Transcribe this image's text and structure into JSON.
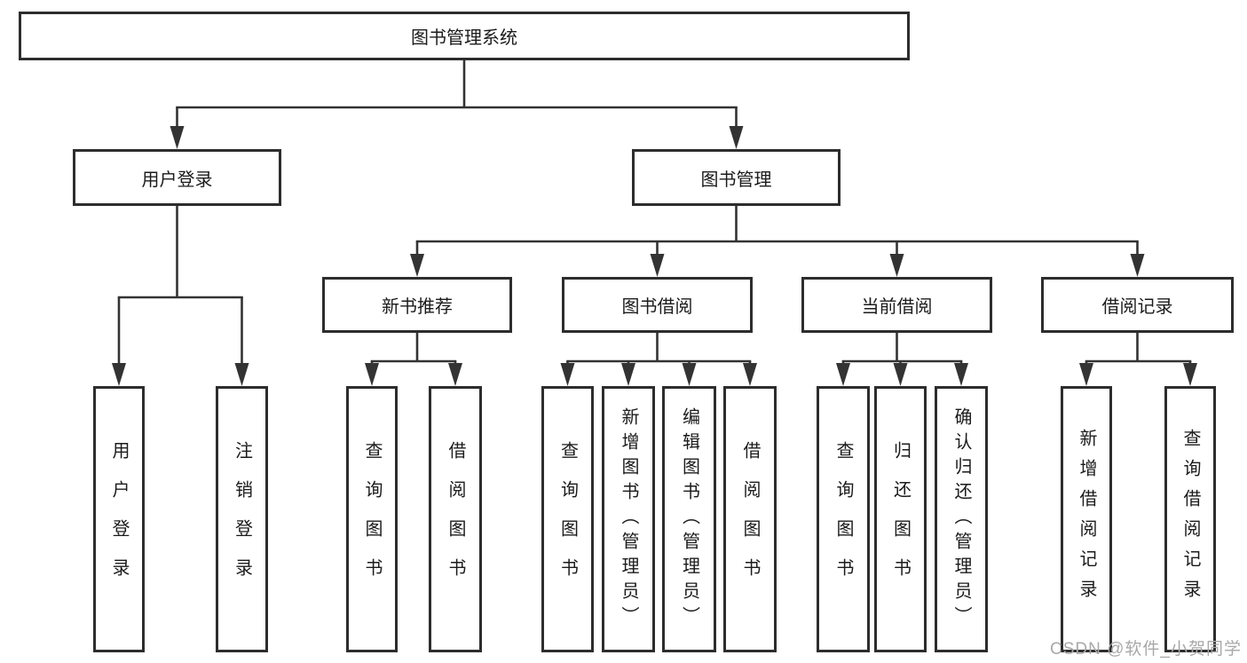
{
  "diagram": {
    "root": {
      "id": "root",
      "label": "图书管理系统",
      "children": [
        {
          "id": "user-login",
          "label": "用户登录",
          "children": [
            {
              "id": "user-login-action",
              "label": "用户登录"
            },
            {
              "id": "logout",
              "label": "注销登录"
            }
          ]
        },
        {
          "id": "book-mgmt",
          "label": "图书管理",
          "children": [
            {
              "id": "new-book-rec",
              "label": "新书推荐",
              "children": [
                {
                  "id": "nbr-query",
                  "label": "查询图书"
                },
                {
                  "id": "nbr-borrow",
                  "label": "借阅图书"
                }
              ]
            },
            {
              "id": "book-borrow",
              "label": "图书借阅",
              "children": [
                {
                  "id": "bb-query",
                  "label": "查询图书"
                },
                {
                  "id": "bb-add",
                  "label": "新增图书（管理员）"
                },
                {
                  "id": "bb-edit",
                  "label": "编辑图书（管理员）"
                },
                {
                  "id": "bb-borrow",
                  "label": "借阅图书"
                }
              ]
            },
            {
              "id": "current-borrow",
              "label": "当前借阅",
              "children": [
                {
                  "id": "cb-query",
                  "label": "查询图书"
                },
                {
                  "id": "cb-return",
                  "label": "归还图书"
                },
                {
                  "id": "cb-confirm",
                  "label": "确认归还（管理员）"
                }
              ]
            },
            {
              "id": "borrow-records",
              "label": "借阅记录",
              "children": [
                {
                  "id": "br-add",
                  "label": "新增借阅记录"
                },
                {
                  "id": "br-query",
                  "label": "查询借阅记录"
                }
              ]
            }
          ]
        }
      ]
    }
  },
  "watermark": "CSDN @软件_小贺同学",
  "colors": {
    "line": "#333333",
    "box_border": "#2d2d2d",
    "box_fill": "#ffffff",
    "text": "#1b1b1b",
    "watermark": "#a8a8a8"
  }
}
